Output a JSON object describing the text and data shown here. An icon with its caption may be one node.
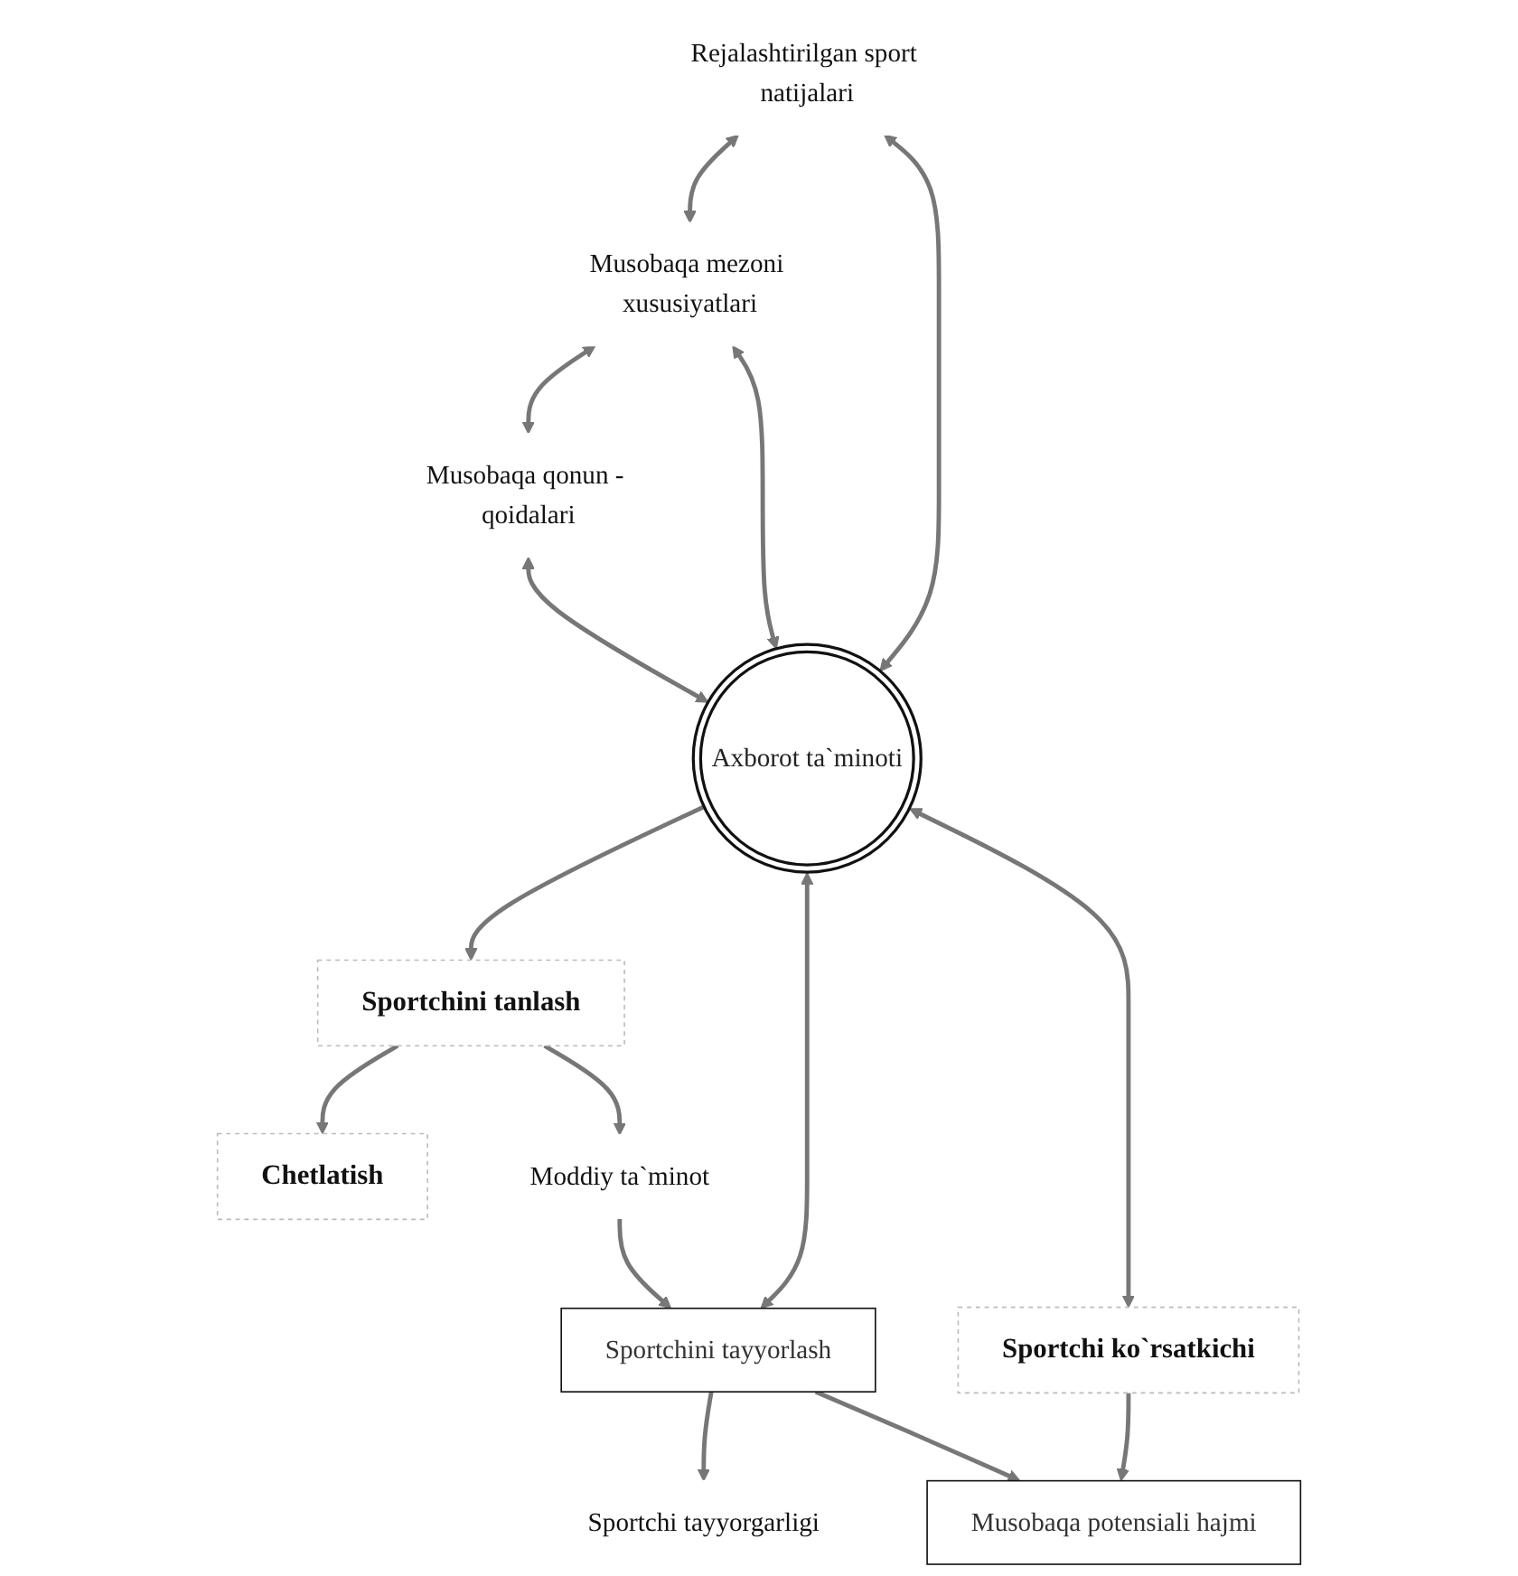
{
  "diagram": {
    "nodes": [
      {
        "text": [
          "Rejalashtirilgan sport natijalari"
        ]
      },
      {
        "text": [
          "Musobaqa mezoni xususiyatlari"
        ]
      },
      {
        "text": [
          "Musobaqa qonun - qoidalari"
        ]
      },
      {
        "text": [
          "Axborot ta`minoti"
        ]
      },
      {
        "text": [
          "Sportchini tanlash"
        ]
      },
      {
        "text": [
          "Sportchini tayyorlash"
        ]
      },
      {
        "text": [
          "Sportchi ko`rsatkichi"
        ]
      },
      {
        "text": [
          "Chetlatish"
        ]
      },
      {
        "text": [
          "Moddiy ta`minot"
        ]
      },
      {
        "text": [
          "Sportchi tayyorgarligi"
        ]
      },
      {
        "text": [
          "Musobaqa potensiali hajmi"
        ]
      }
    ],
    "edges": [
      {
        "from": 0,
        "to": 1,
        "arrow": "both"
      },
      {
        "from": 1,
        "to": 2,
        "arrow": "both"
      },
      {
        "from": 0,
        "to": 3,
        "arrow": "both"
      },
      {
        "from": 1,
        "to": 3,
        "arrow": "both"
      },
      {
        "from": 2,
        "to": 3,
        "arrow": "both"
      },
      {
        "from": 3,
        "to": 4,
        "arrow": "to"
      },
      {
        "from": 3,
        "to": 5,
        "arrow": "both"
      },
      {
        "from": 3,
        "to": 6,
        "arrow": "both"
      },
      {
        "from": 4,
        "to": 7,
        "arrow": "to"
      },
      {
        "from": 4,
        "to": 8,
        "arrow": "to"
      },
      {
        "from": 8,
        "to": 5,
        "arrow": "to"
      },
      {
        "from": 5,
        "to": 9,
        "arrow": "to"
      },
      {
        "from": 5,
        "to": 10,
        "arrow": "to"
      },
      {
        "from": 6,
        "to": 10,
        "arrow": "to"
      }
    ]
  }
}
